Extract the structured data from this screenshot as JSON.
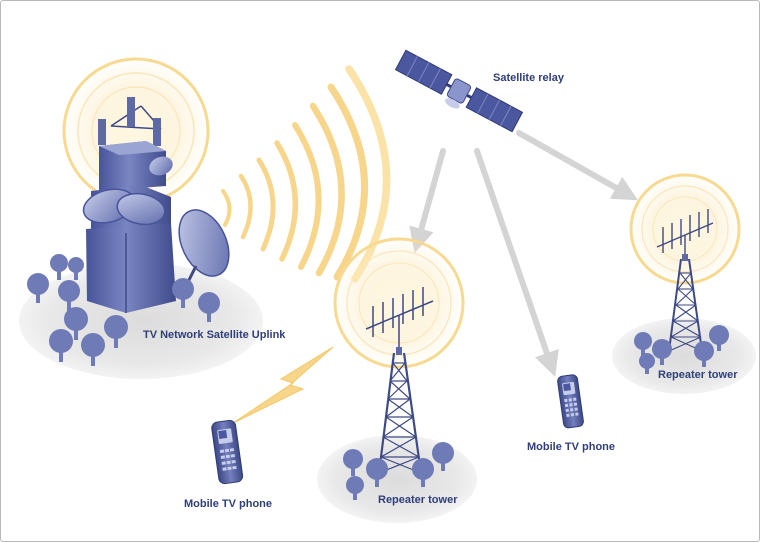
{
  "labels": {
    "satellite": "Satellite relay",
    "uplink": "TV Network Satellite Uplink",
    "repeater_center": "Repeater tower",
    "repeater_right": "Repeater tower",
    "phone_left": "Mobile TV phone",
    "phone_mid": "Mobile TV phone"
  },
  "colors": {
    "structure": "#5d6aa6",
    "structure_dark": "#3e4a86",
    "structure_light": "#a3add6",
    "tree": "#6f7bb6",
    "ground": "#e6e6e6",
    "signal": "#f7d58a",
    "signal_light": "#fbe8bd",
    "arrow": "#d4d4d4",
    "label": "#2f3f7a"
  },
  "icons": [
    "uplink-station-icon",
    "satellite-icon",
    "lattice-tower-icon",
    "mobile-phone-icon",
    "lightning-bolt-icon",
    "tree-icon"
  ]
}
